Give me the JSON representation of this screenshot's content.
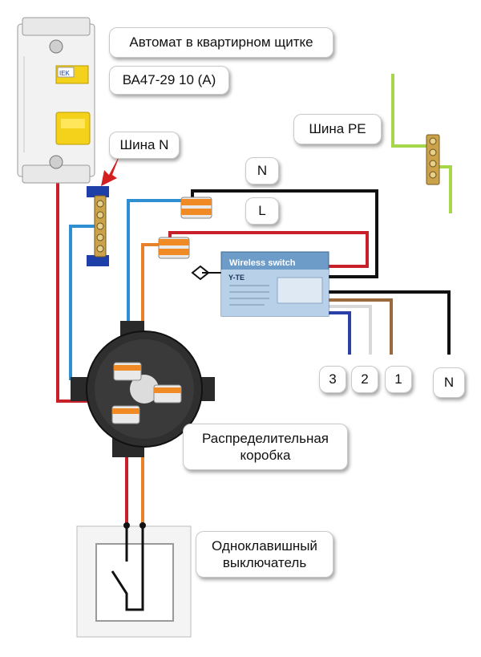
{
  "labels": {
    "breaker_title": "Автомат в квартирном щитке",
    "breaker_model": "ВА47-29 10 (А)",
    "bus_n": "Шина N",
    "bus_pe": "Шина PE",
    "wire_n": "N",
    "wire_l": "L",
    "junction_box_line1": "Распределительная",
    "junction_box_line2": "коробка",
    "switch_line1": "Одноклавишный",
    "switch_line2": "выключатель"
  },
  "module": {
    "name": "Wireless switch",
    "brand": "Y-TE"
  },
  "outputs": [
    "3",
    "2",
    "1",
    "N"
  ],
  "breaker_brand": "IEK",
  "colors": {
    "red": "#c8202a",
    "blue": "#2f8fd0",
    "black": "#111111",
    "orange": "#e8822a",
    "brown": "#9a6a3c",
    "grey": "#d9d9d9",
    "navy": "#2a3fa8",
    "pe_green": "#a6d64a",
    "module_blue": "#6e9cc9"
  }
}
